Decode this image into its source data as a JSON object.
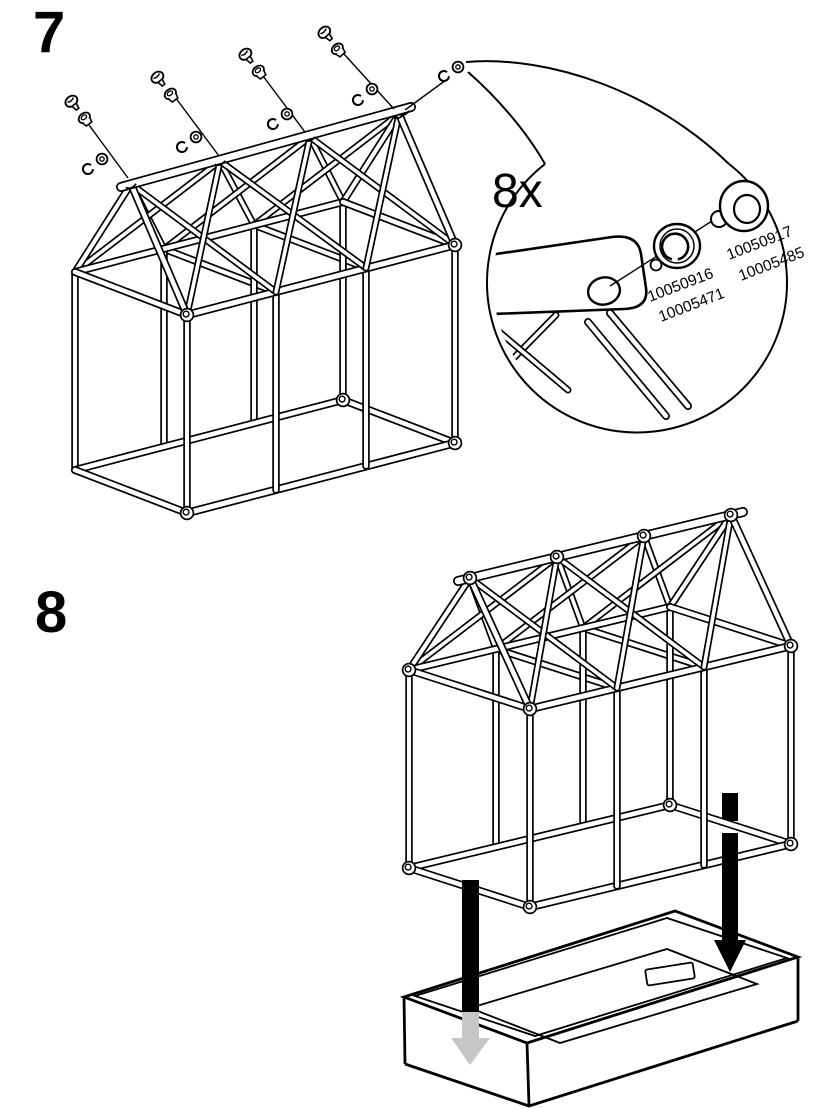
{
  "document": {
    "type": "assembly-instructions",
    "background": "#ffffff",
    "line_color": "#000000"
  },
  "steps": [
    {
      "number": "7",
      "description_icons": [
        "screw-icon",
        "cap-nut-icon",
        "c-washer-icon",
        "o-ring-icon"
      ]
    },
    {
      "number": "8",
      "description_icons": [
        "down-arrow-icon",
        "down-arrow-icon"
      ]
    }
  ],
  "callout": {
    "quantity": "8x",
    "parts": [
      {
        "id_line1": "10050916",
        "id_line2": "10005471",
        "icon": "socket-grommet-icon"
      },
      {
        "id_line1": "10050917",
        "id_line2": "10005485",
        "icon": "cap-nut-icon"
      }
    ]
  },
  "colors": {
    "line": "#000000",
    "arrow_black": "#000000",
    "arrow_gray": "#c6c6c6"
  }
}
